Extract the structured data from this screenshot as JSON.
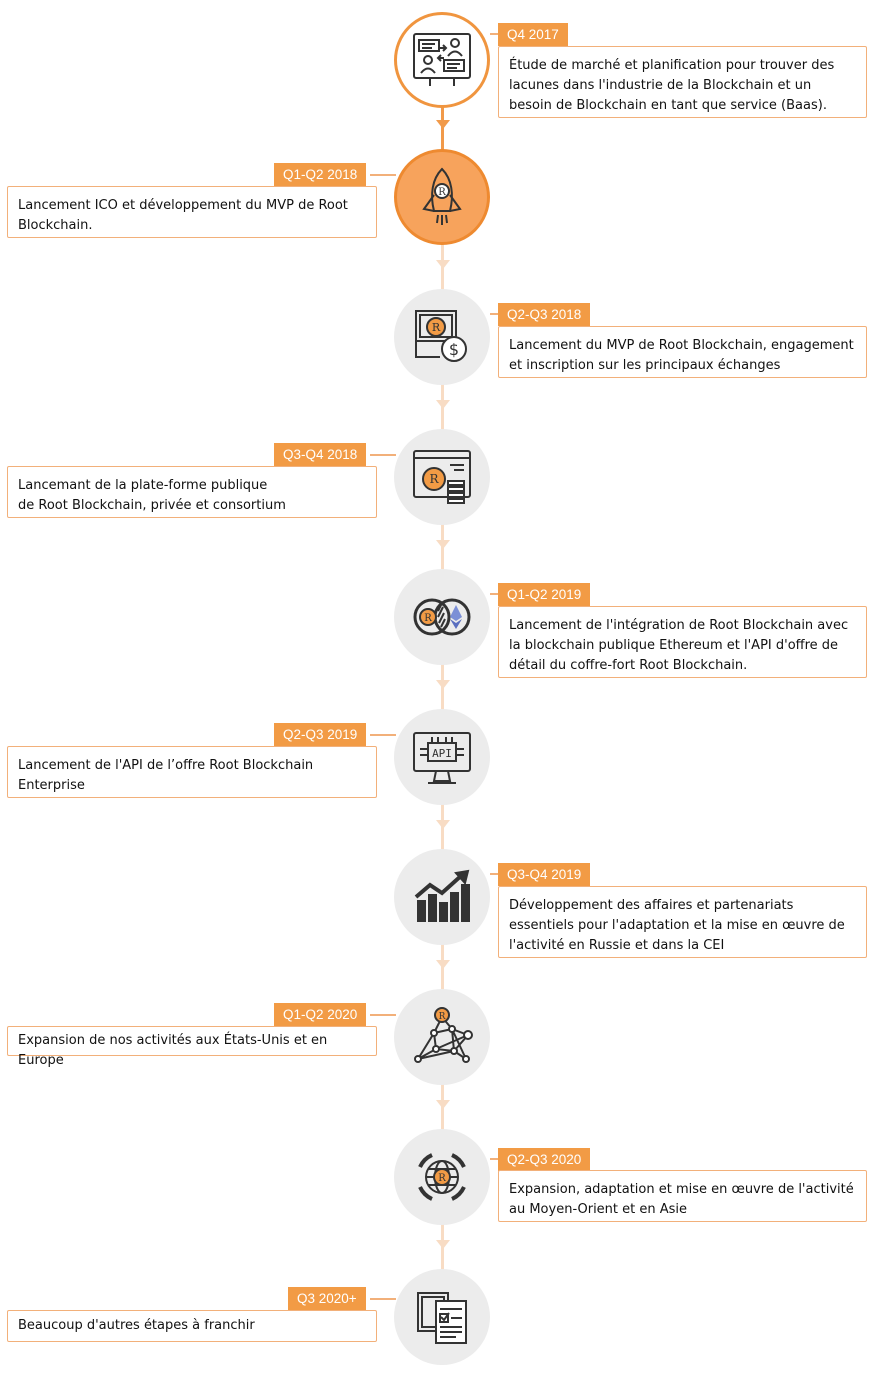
{
  "colors": {
    "accent": "#f29b45",
    "line_light": "#f8dcc4",
    "node_bg": "#ececec",
    "icon": "#333333"
  },
  "milestones": [
    {
      "period": "Q4 2017",
      "side": "right",
      "icon": "meeting-presentation-icon",
      "text": "Étude de marché et planification pour trouver des lacunes dans l'industrie de la  Blockchain et un besoin de Blockchain en tant que service (Baas)."
    },
    {
      "period": "Q1-Q2 2018",
      "side": "left",
      "icon": "rocket-icon",
      "text": "Lancement ICO et développement du MVP de Root Blockchain."
    },
    {
      "period": "Q2-Q3 2018",
      "side": "right",
      "icon": "coin-exchange-icon",
      "text": "Lancement du MVP de Root Blockchain, engagement et inscription sur les principaux échanges"
    },
    {
      "period": "Q3-Q4 2018",
      "side": "left",
      "icon": "platform-icon",
      "text": " Lancemant de la plate-forme publique\n de Root Blockchain, privée et consortium"
    },
    {
      "period": "Q1-Q2 2019",
      "side": "right",
      "icon": "ethereum-integration-icon",
      "text": "Lancement de l'intégration de Root  Blockchain avec la blockchain publique Ethereum et l'API d'offre de détail du coffre-fort Root Blockchain."
    },
    {
      "period": "Q2-Q3 2019",
      "side": "left",
      "icon": "api-monitor-icon",
      "text": "Lancement de l'API de l’offre Root Blockchain Enterprise"
    },
    {
      "period": "Q3-Q4 2019",
      "side": "right",
      "icon": "growth-chart-icon",
      "text": "Développement des affaires et  partenariats essentiels pour l'adaptation et la mise en œuvre de l'activité en Russie et dans la CEI"
    },
    {
      "period": "Q1-Q2 2020",
      "side": "left",
      "icon": "network-icon",
      "text": "Expansion de nos activités aux États-Unis et en Europe"
    },
    {
      "period": "Q2-Q3 2020",
      "side": "right",
      "icon": "globe-icon",
      "text": "Expansion, adaptation et mise en œuvre de l'activité au Moyen-Orient et en Asie"
    },
    {
      "period": "Q3 2020+",
      "side": "left",
      "icon": "documents-icon",
      "text": "Beaucoup d'autres étapes à franchir"
    }
  ]
}
